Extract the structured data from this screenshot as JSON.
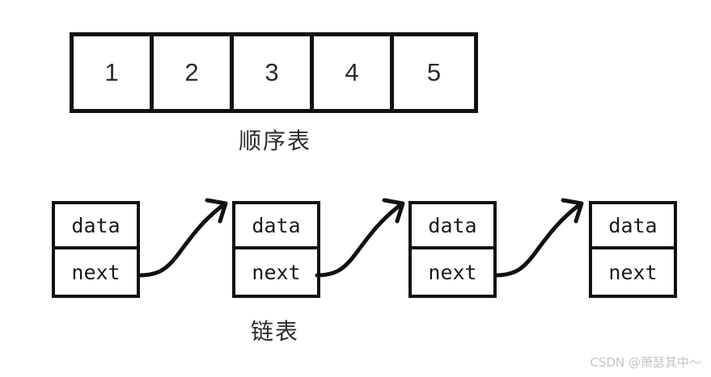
{
  "diagram": {
    "title_array": "顺序表",
    "title_linked": "链表",
    "array": {
      "name": "sequential-list",
      "cells": [
        {
          "value": "1"
        },
        {
          "value": "2"
        },
        {
          "value": "3"
        },
        {
          "value": "4"
        },
        {
          "value": "5"
        }
      ]
    },
    "linked_list": {
      "name": "linked-list",
      "nodes": [
        {
          "data_label": "data",
          "next_label": "next"
        },
        {
          "data_label": "data",
          "next_label": "next"
        },
        {
          "data_label": "data",
          "next_label": "next"
        },
        {
          "data_label": "data",
          "next_label": "next"
        }
      ],
      "arrows": [
        {
          "from": "node-1-next",
          "to": "node-2"
        },
        {
          "from": "node-2-next",
          "to": "node-3"
        },
        {
          "from": "node-3-next",
          "to": "node-4"
        }
      ]
    }
  },
  "watermark": {
    "text": "CSDN @萧瑟其中～"
  },
  "colors": {
    "stroke": "#111111",
    "text": "#2b2b2b",
    "background": "#ffffff",
    "watermark": "#c4c4c4"
  }
}
